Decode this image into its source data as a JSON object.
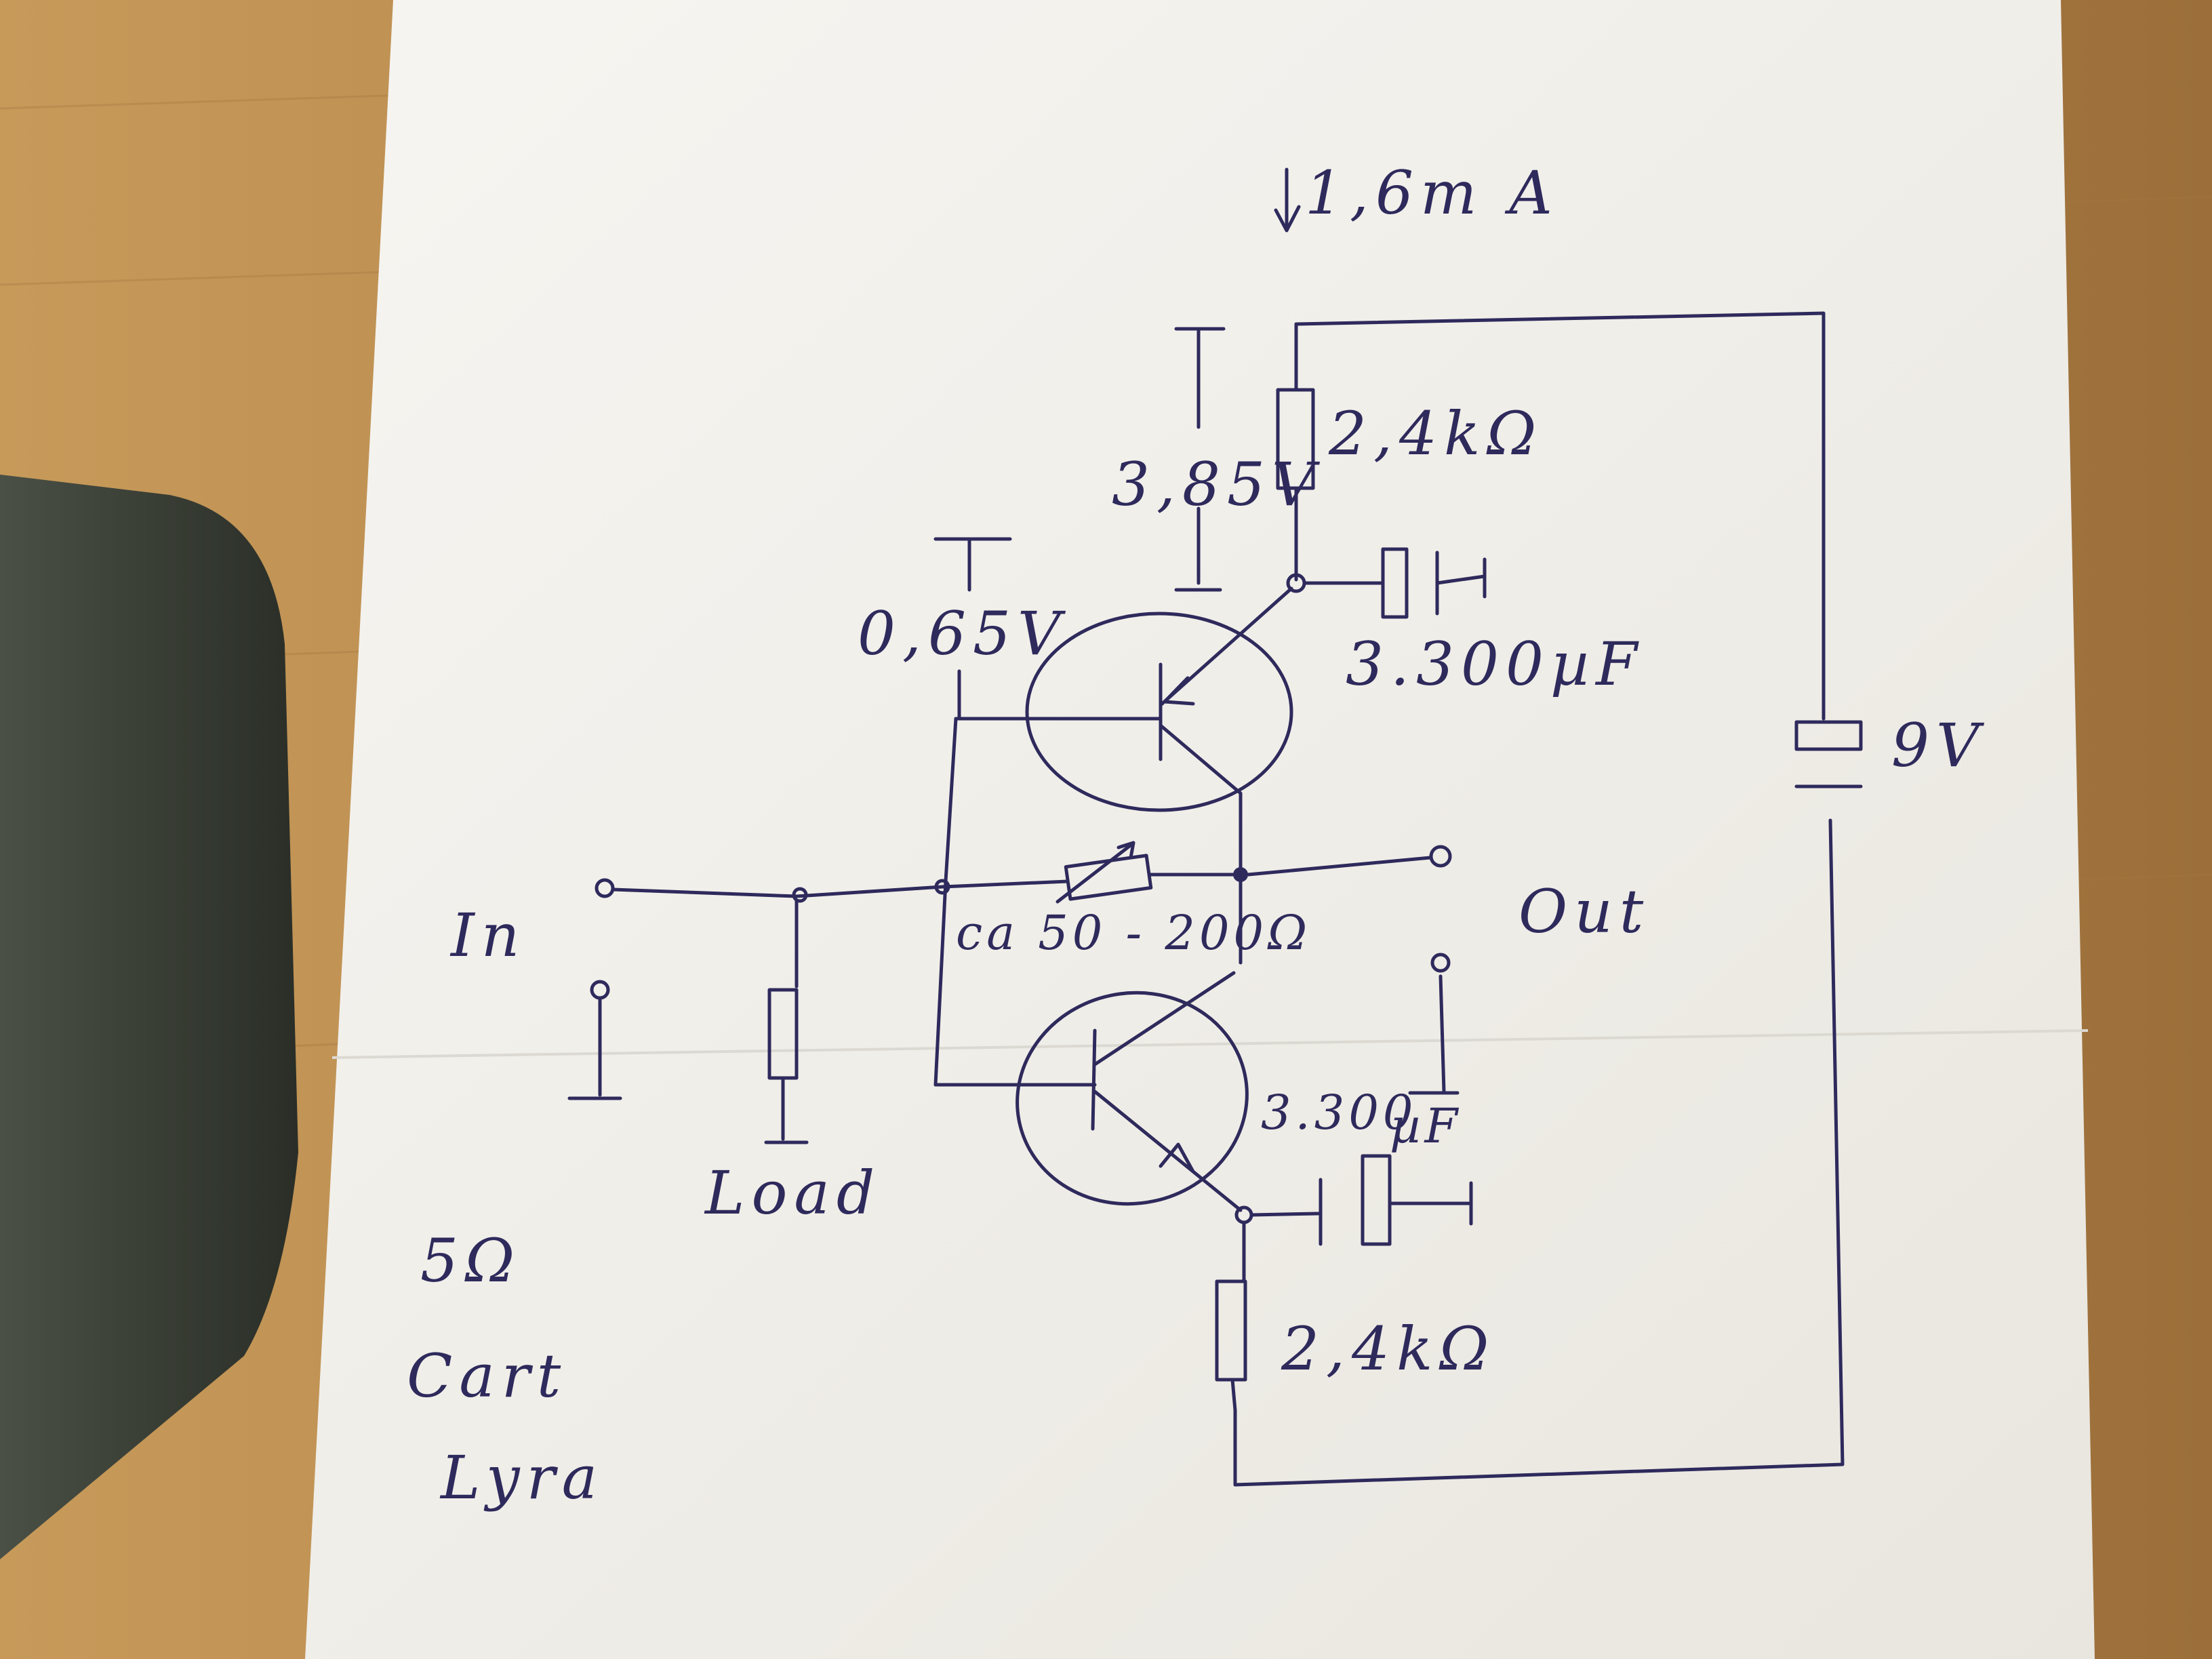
{
  "labels": {
    "current": "1,6m A",
    "r_top": "2,4kΩ",
    "v_top": "3,85V",
    "v_base": "0,65V",
    "cap_top": "3.300µF",
    "battery": "9V",
    "r_feedback": "ca 50 - 200Ω",
    "input": "In",
    "output": "Out",
    "cap_bottom_value": "3.300",
    "cap_bottom_unit": "µF",
    "load": "Load",
    "r_bottom": "2,4kΩ",
    "note_line1": "5Ω",
    "note_line2": "Cart",
    "note_line3": "Lyra"
  },
  "colors": {
    "ink": "#2e2a5c",
    "paper": "#f3f1ec",
    "table": "#b98a4e",
    "phone": "#3d4238"
  }
}
